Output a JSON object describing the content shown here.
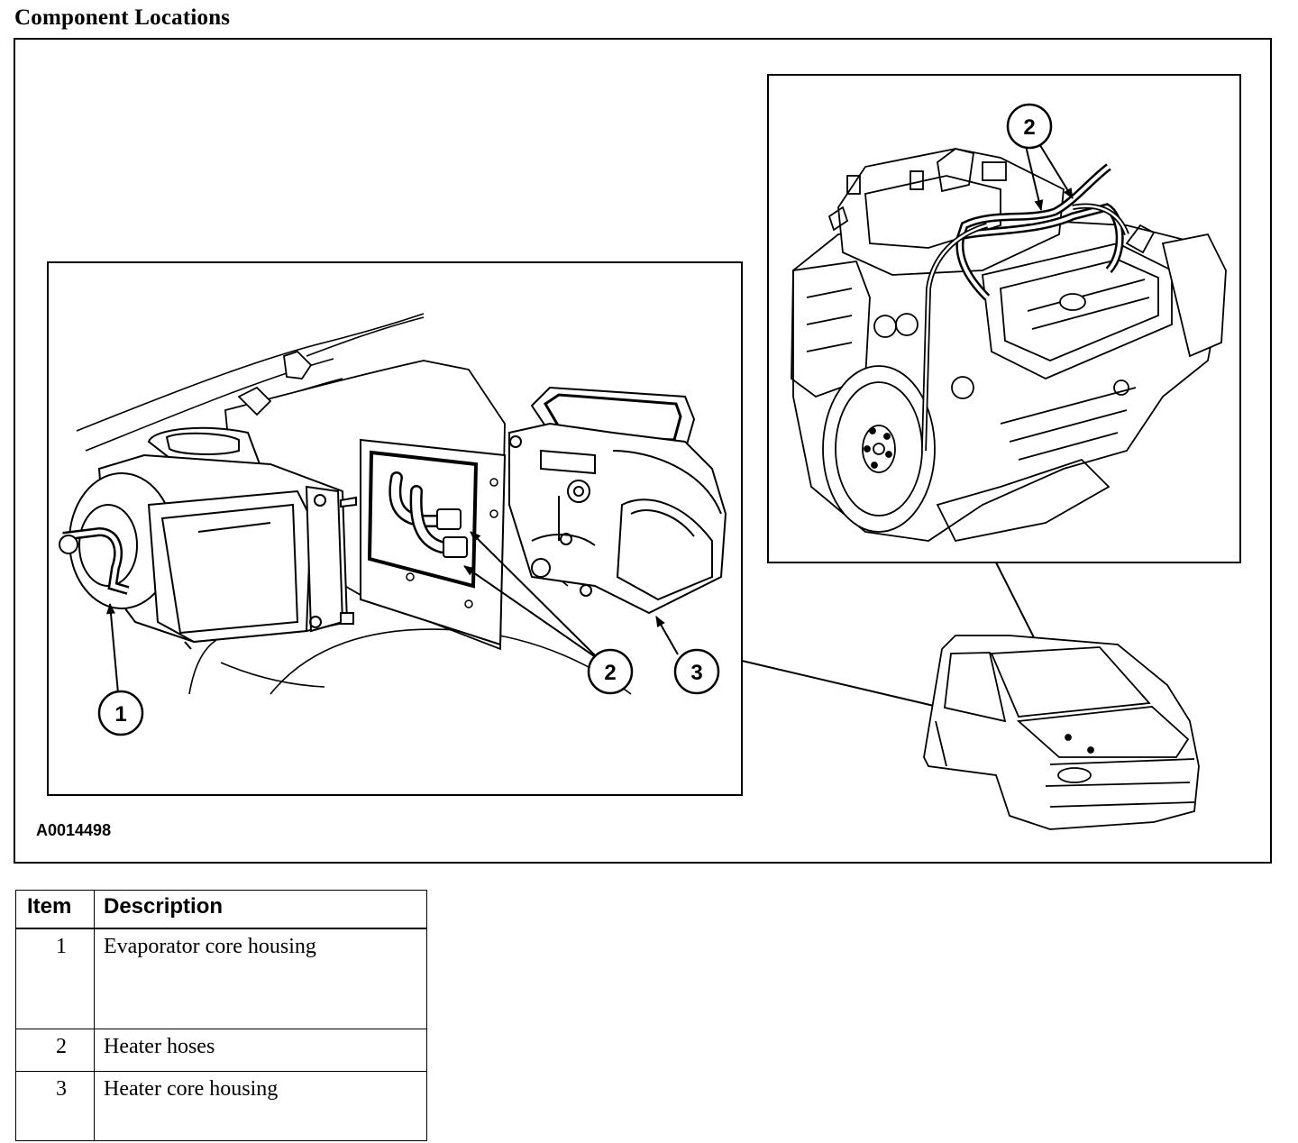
{
  "page": {
    "title": "Component Locations"
  },
  "figure": {
    "code": "A0014498",
    "callouts": [
      {
        "id": "callout-1",
        "label": "1"
      },
      {
        "id": "callout-2",
        "label": "2"
      },
      {
        "id": "callout-3",
        "label": "3"
      },
      {
        "id": "callout-2b",
        "label": "2"
      }
    ]
  },
  "legend": {
    "headers": {
      "item": "Item",
      "description": "Description"
    },
    "rows": [
      {
        "item": "1",
        "description": "Evaporator core housing"
      },
      {
        "item": "2",
        "description": "Heater hoses"
      },
      {
        "item": "3",
        "description": "Heater core housing"
      }
    ]
  }
}
